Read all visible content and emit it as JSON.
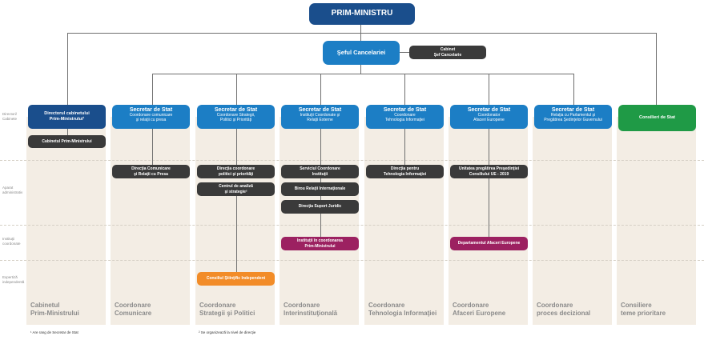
{
  "top": {
    "pm": "PRIM-MINISTRU",
    "chief": "Şeful Cancelariei",
    "cabinet": "Cabinet\nŞef Cancelarie"
  },
  "rows": {
    "directors": "Directori/\nCabinete",
    "apparatus": "Aparat\nadministrativ",
    "institutions": "Instituţii\ncoordonate",
    "expertise": "Expertiză\nindependentă"
  },
  "columns": [
    {
      "title": "Directorul cabinetului\nPrim-Ministrului¹",
      "subtitle": "",
      "footer": "Cabinetul\nPrim-Ministrului"
    },
    {
      "title": "Secretar de Stat",
      "subtitle": "Coordonare comunicare\nşi relaţii cu presa",
      "footer": "Coordonare\nComunicare"
    },
    {
      "title": "Secretar de Stat",
      "subtitle": "Coordonare Strategii,\nPolitici şi Priorităţi",
      "footer": "Coordonare\nStrategii şi Politici"
    },
    {
      "title": "Secretar de Stat",
      "subtitle": "Instituţii Coordonate şi\nRelaţii Externe",
      "footer": "Coordonare\nInterinstituţională"
    },
    {
      "title": "Secretar de Stat",
      "subtitle": "Coordonare\nTehnologia Informaţiei",
      "footer": "Coordonare\nTehnologia Informaţiei"
    },
    {
      "title": "Secretar de Stat",
      "subtitle": "Coordonator\nAfaceri Europene",
      "footer": "Coordonare\nAfaceri Europene"
    },
    {
      "title": "Secretar de Stat",
      "subtitle": "Relaţia cu Parlamentul şi\nPregătirea Şedinţelor Guvernului",
      "footer": "Coordonare\nproces decizional"
    },
    {
      "title": "Consilieri de Stat",
      "subtitle": "",
      "footer": "Consiliere\nteme prioritare"
    }
  ],
  "units": {
    "cabinet_pm": "Cabinetul Prim-Ministrului",
    "dir_comm": "Direcţia Comunicare\nşi Relaţii cu Presa",
    "dir_policy": "Direcţia coordonare\npolitici şi priorităţi",
    "analysis_center": "Centrul de analiză\nşi strategie²",
    "svc_inst": "Serviciul Coordonare\nInstituţii",
    "intl_office": "Birou Relaţii Internaţionale",
    "legal": "Direcţia Suport Juridic",
    "it_dir": "Direcţia pentru\nTehnologia Informaţiei",
    "eu_unit": "Unitatea pregătirea Preşedinţiei\nConsiliului UE - 2019",
    "inst_coord": "Instituţii în coordonarea\nPrim-Ministrului",
    "eu_dept": "Departamentul Afaceri Europene",
    "science_council": "Consiliul Ştiinţific Independent"
  },
  "notes": {
    "n1": "¹ Are rang de Secretar de Stat",
    "n2": "² Se organizează la nivel de direcţie"
  },
  "colors": {
    "navy": "#1a4e8c",
    "blue": "#1c7ec5",
    "green": "#1f9a46",
    "dark": "#3a3a3a",
    "magenta": "#9c2161",
    "orange": "#f28c28",
    "column_bg": "#f3ede4"
  }
}
